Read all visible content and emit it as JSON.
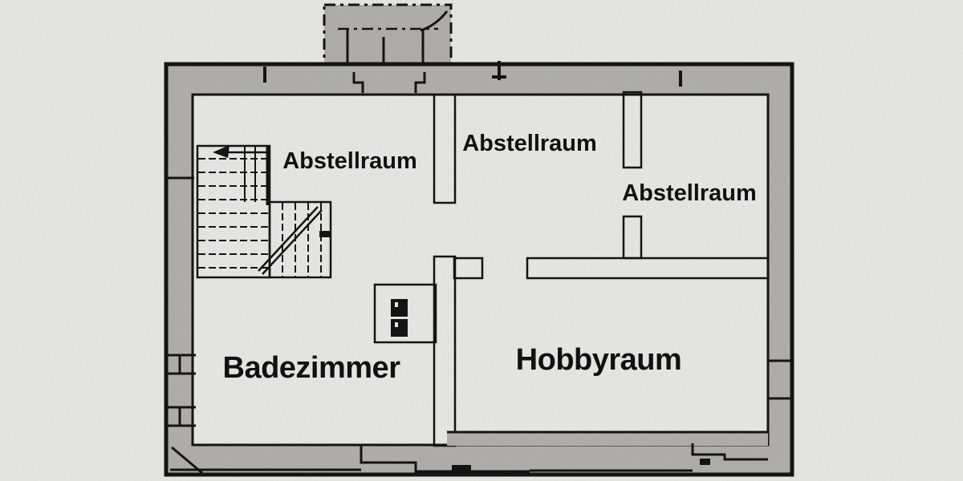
{
  "plan": {
    "rooms": [
      {
        "id": "abstellraum-upper-left",
        "label": "Abstellraum"
      },
      {
        "id": "abstellraum-top-middle",
        "label": "Abstellraum"
      },
      {
        "id": "abstellraum-right",
        "label": "Abstellraum"
      },
      {
        "id": "badezimmer",
        "label": "Badezimmer"
      },
      {
        "id": "hobbyraum",
        "label": "Hobbyraum"
      }
    ],
    "features": {
      "staircase": "l-shaped-staircase-with-up-arrow",
      "porch_block": "dash-dot-outlined-block-above-entrance",
      "heater_niche": "wall-niche-with-two-black-fixtures",
      "door_openings": "gaps-in-inner-walls"
    },
    "colors": {
      "background": "#fdfdfc",
      "wall_fill": "#c1c0be",
      "stair_fill": "#cac9c7",
      "line": "#171717",
      "text": "#141414"
    }
  }
}
